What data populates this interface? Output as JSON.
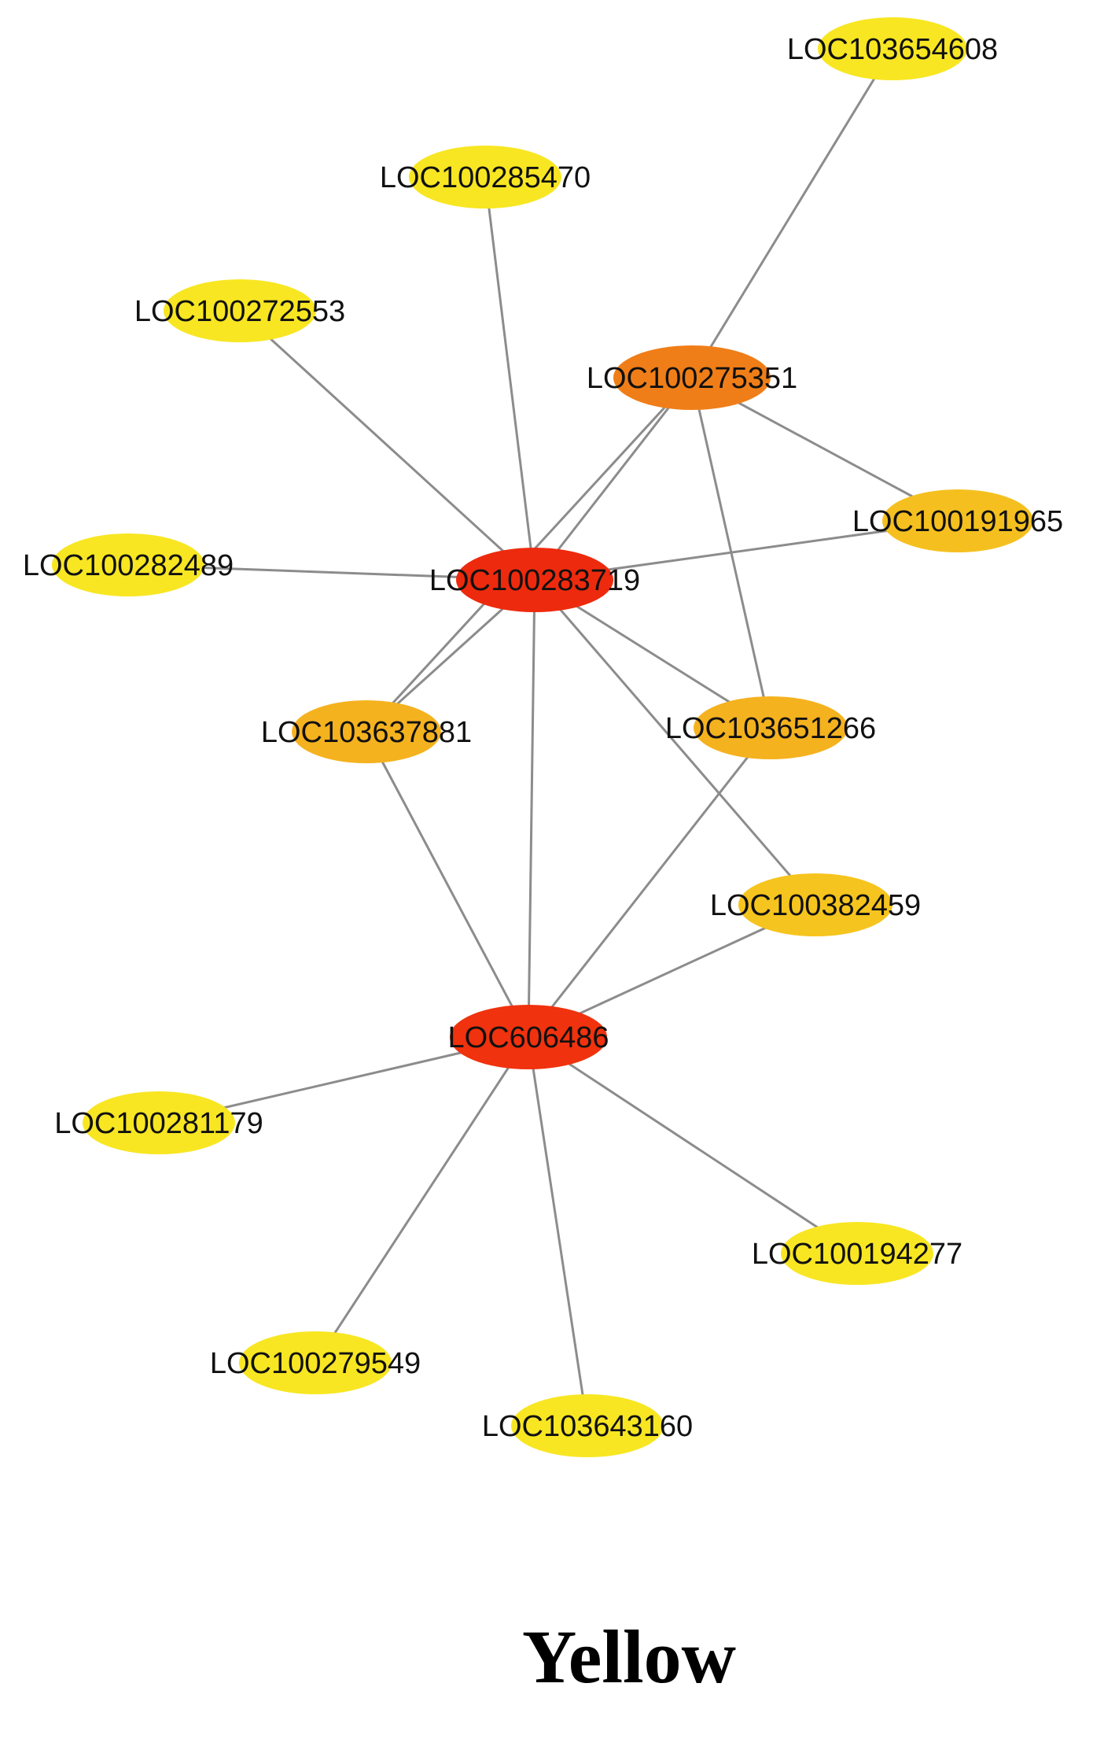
{
  "caption": "Yellow",
  "palette": {
    "hub_red": "#ee2a0e",
    "hub_red2": "#f0320e",
    "orange": "#f07e18",
    "amber": "#f5b21f",
    "gold": "#f6c41e",
    "yellow": "#f8e622",
    "edge": "#8c8c8c"
  },
  "nodes": [
    {
      "id": "LOC103654608",
      "label": "LOC103654608",
      "color": "#f8e622"
    },
    {
      "id": "LOC100285470",
      "label": "LOC100285470",
      "color": "#f8e622"
    },
    {
      "id": "LOC100272553",
      "label": "LOC100272553",
      "color": "#f8e622"
    },
    {
      "id": "LOC100275351",
      "label": "LOC100275351",
      "color": "#f07e18"
    },
    {
      "id": "LOC100191965",
      "label": "LOC100191965",
      "color": "#f5c01f"
    },
    {
      "id": "LOC100282489",
      "label": "LOC100282489",
      "color": "#f8e622"
    },
    {
      "id": "LOC100283719",
      "label": "LOC100283719",
      "color": "#ee2a0e"
    },
    {
      "id": "LOC103637881",
      "label": "LOC103637881",
      "color": "#f5b21f"
    },
    {
      "id": "LOC103651266",
      "label": "LOC103651266",
      "color": "#f5b21f"
    },
    {
      "id": "LOC100382459",
      "label": "LOC100382459",
      "color": "#f6c41e"
    },
    {
      "id": "LOC606486",
      "label": "LOC606486",
      "color": "#f0320e"
    },
    {
      "id": "LOC100281179",
      "label": "LOC100281179",
      "color": "#f8e622"
    },
    {
      "id": "LOC100194277",
      "label": "LOC100194277",
      "color": "#f8e622"
    },
    {
      "id": "LOC100279549",
      "label": "LOC100279549",
      "color": "#f8e622"
    },
    {
      "id": "LOC103643160",
      "label": "LOC103643160",
      "color": "#f8e622"
    }
  ],
  "edges": [
    [
      "LOC103654608",
      "LOC100275351"
    ],
    [
      "LOC100285470",
      "LOC100283719"
    ],
    [
      "LOC100272553",
      "LOC100283719"
    ],
    [
      "LOC100275351",
      "LOC100283719"
    ],
    [
      "LOC100275351",
      "LOC100191965"
    ],
    [
      "LOC100275351",
      "LOC103651266"
    ],
    [
      "LOC100275351",
      "LOC103637881"
    ],
    [
      "LOC100191965",
      "LOC100283719"
    ],
    [
      "LOC100282489",
      "LOC100283719"
    ],
    [
      "LOC100283719",
      "LOC103637881"
    ],
    [
      "LOC100283719",
      "LOC103651266"
    ],
    [
      "LOC100283719",
      "LOC100382459"
    ],
    [
      "LOC100283719",
      "LOC606486"
    ],
    [
      "LOC103637881",
      "LOC606486"
    ],
    [
      "LOC103651266",
      "LOC606486"
    ],
    [
      "LOC100382459",
      "LOC606486"
    ],
    [
      "LOC606486",
      "LOC100281179"
    ],
    [
      "LOC606486",
      "LOC100194277"
    ],
    [
      "LOC606486",
      "LOC100279549"
    ],
    [
      "LOC606486",
      "LOC103643160"
    ]
  ]
}
